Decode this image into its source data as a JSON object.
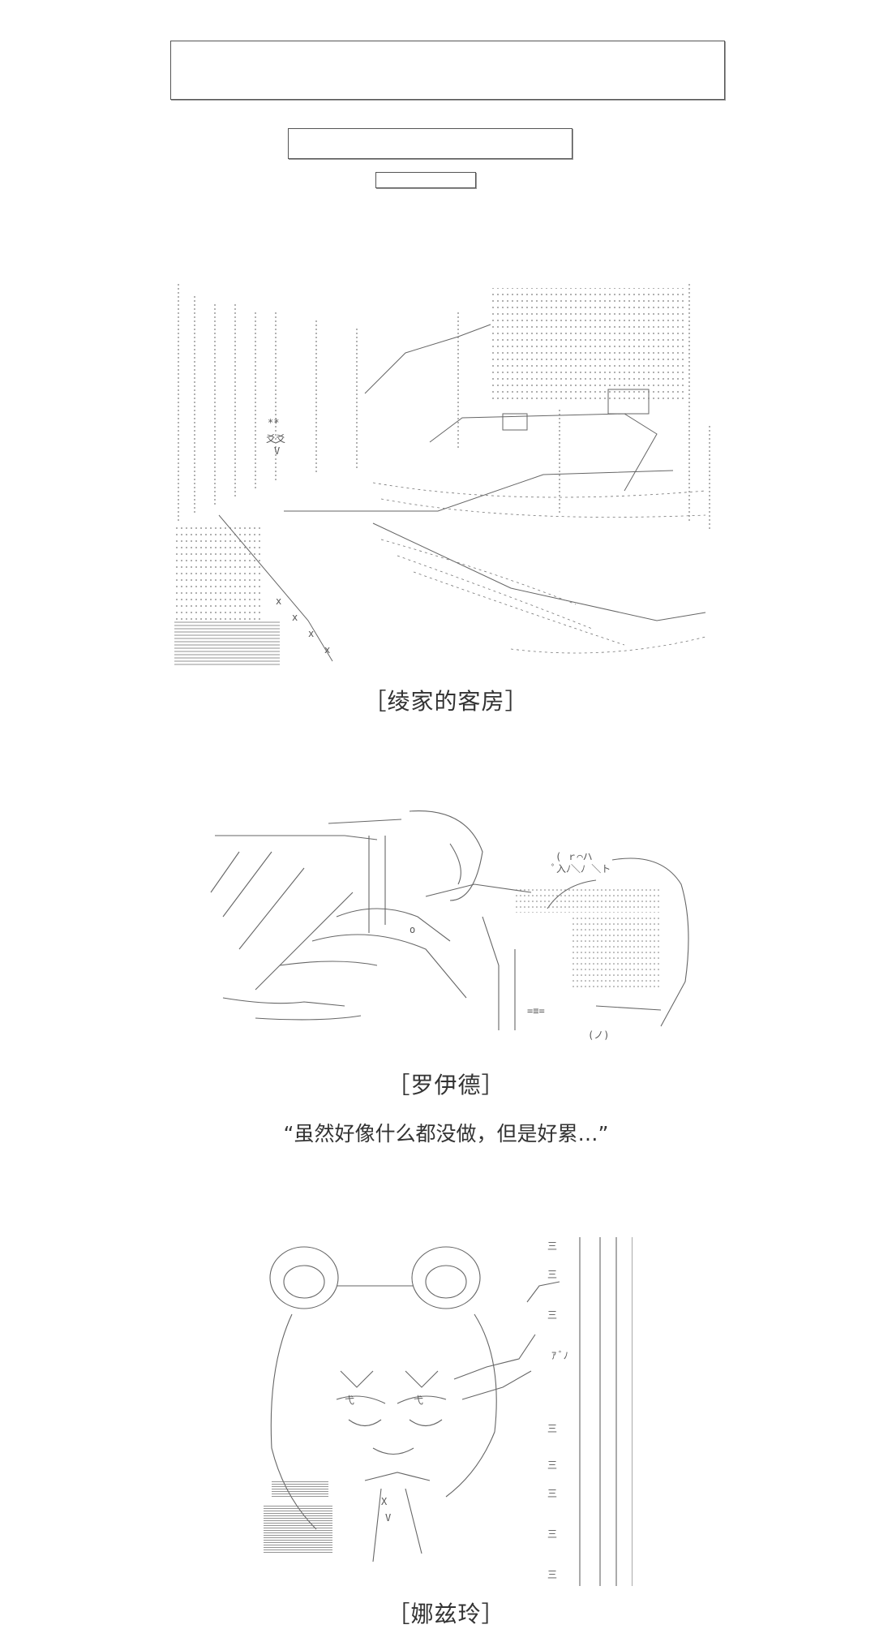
{
  "captions": {
    "room": "［绫家的客房］",
    "lloyd": "［罗伊德］",
    "third": "［娜兹玲］"
  },
  "quote": "“虽然好像什么都没做，但是好累…”"
}
